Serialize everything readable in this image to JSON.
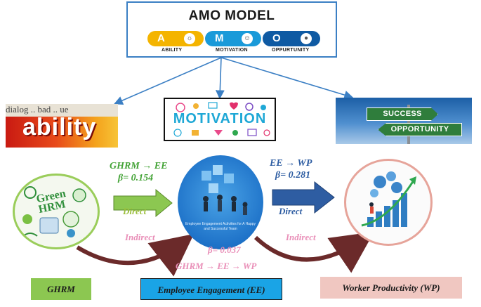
{
  "amo": {
    "title": "AMO MODEL",
    "letters": [
      "A",
      "M",
      "O"
    ],
    "captions": [
      "ABILITY",
      "MOTIVATION",
      "OPPURTUNITY"
    ],
    "colors": {
      "ability": "#f4b400",
      "motivation": "#1a9ad9",
      "opportunity": "#0f5aa3"
    }
  },
  "images": {
    "ability_word": "ability",
    "ability_news": "dialog  ..  bad  ..  ue",
    "motivation_word": "MOTIVATION",
    "success_sign": "SUCCESS",
    "opportunity_sign": "OPPORTUNITY",
    "green_hrm_line1": "Green",
    "green_hrm_line2": "HRM",
    "ee_caption": "Employee Engagement Activities for A Happy and Successful Team"
  },
  "relations": {
    "ghrm_ee": "GHRM → EE",
    "ghrm_ee_beta": "β= 0.154",
    "ee_wp": "EE → WP",
    "ee_wp_beta": "β= 0.281",
    "indirect_beta": "β= 0.037",
    "indirect_path": "GHRM → EE → WP",
    "direct1": "Direct",
    "direct2": "Direct",
    "indirect1": "Indirect",
    "indirect2": "Indirect"
  },
  "boxes": {
    "ghrm": "GHRM",
    "ee": "Employee Engagement (EE)",
    "wp": "Worker Productivity (WP)"
  }
}
